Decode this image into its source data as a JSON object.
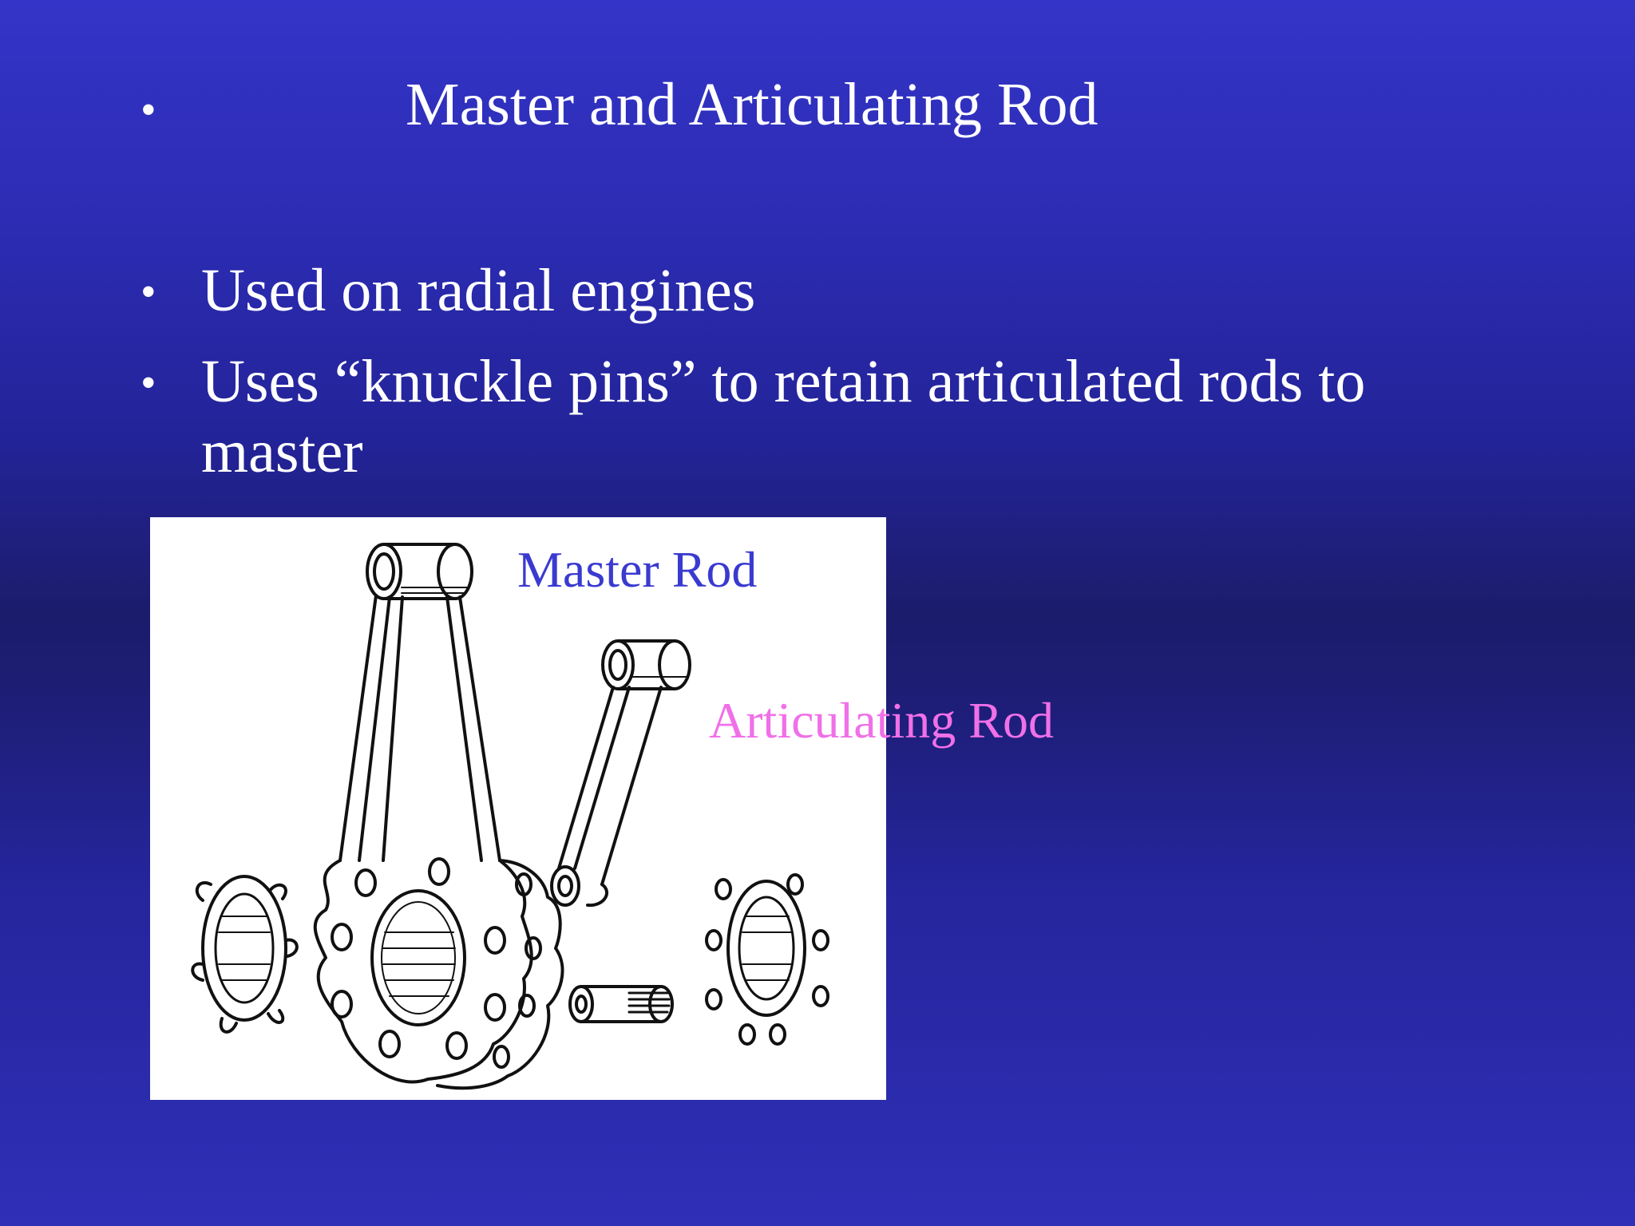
{
  "slide": {
    "title": "Master and Articulating Rod",
    "bullet_glyph": "•",
    "bullets": [
      "Used on radial engines",
      "Uses “knuckle pins” to retain articulated rods to master"
    ]
  },
  "figure": {
    "labels": {
      "master_rod": "Master Rod",
      "articulating_rod": "Articulating Rod"
    },
    "colors": {
      "master_rod_label": "#3a3ad0",
      "articulating_rod_label": "#f070e8"
    }
  },
  "theme": {
    "text_color": "#ffffff",
    "background_top": "#3434c8",
    "background_mid": "#1c1c6c",
    "background_bottom": "#2f2fb8"
  }
}
